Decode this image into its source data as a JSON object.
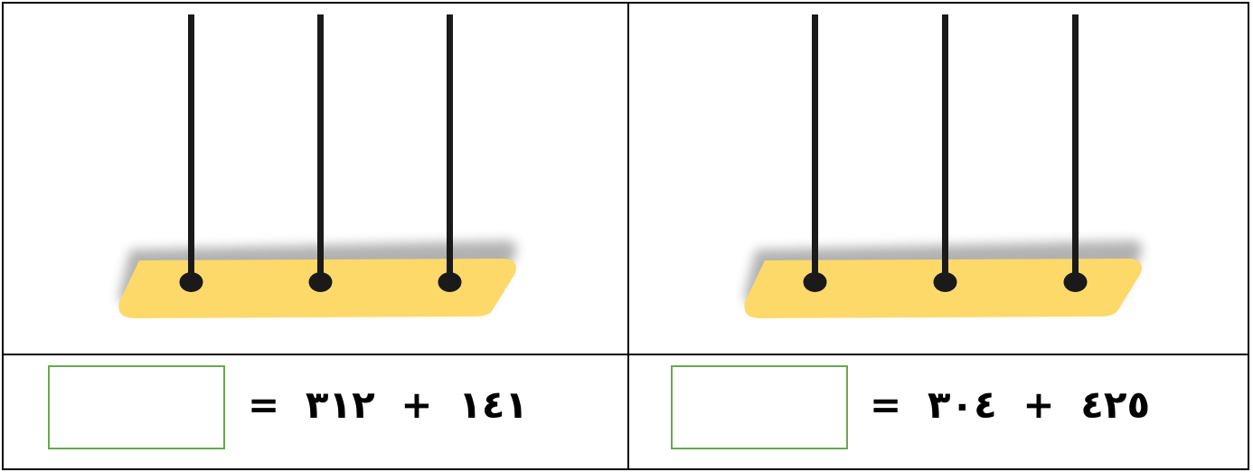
{
  "worksheet": {
    "left_problem": {
      "equals": "=",
      "first_number": "٣١٢",
      "plus": "+",
      "second_number": "١٤١"
    },
    "right_problem": {
      "equals": "=",
      "first_number": "٣٠٤",
      "plus": "+",
      "second_number": "٤٢٥"
    }
  },
  "colors": {
    "abacus_base": "#fdd96a",
    "rods": "#1a1a1a",
    "answer_box_border": "#6aa84f",
    "grid_lines": "#000000"
  }
}
